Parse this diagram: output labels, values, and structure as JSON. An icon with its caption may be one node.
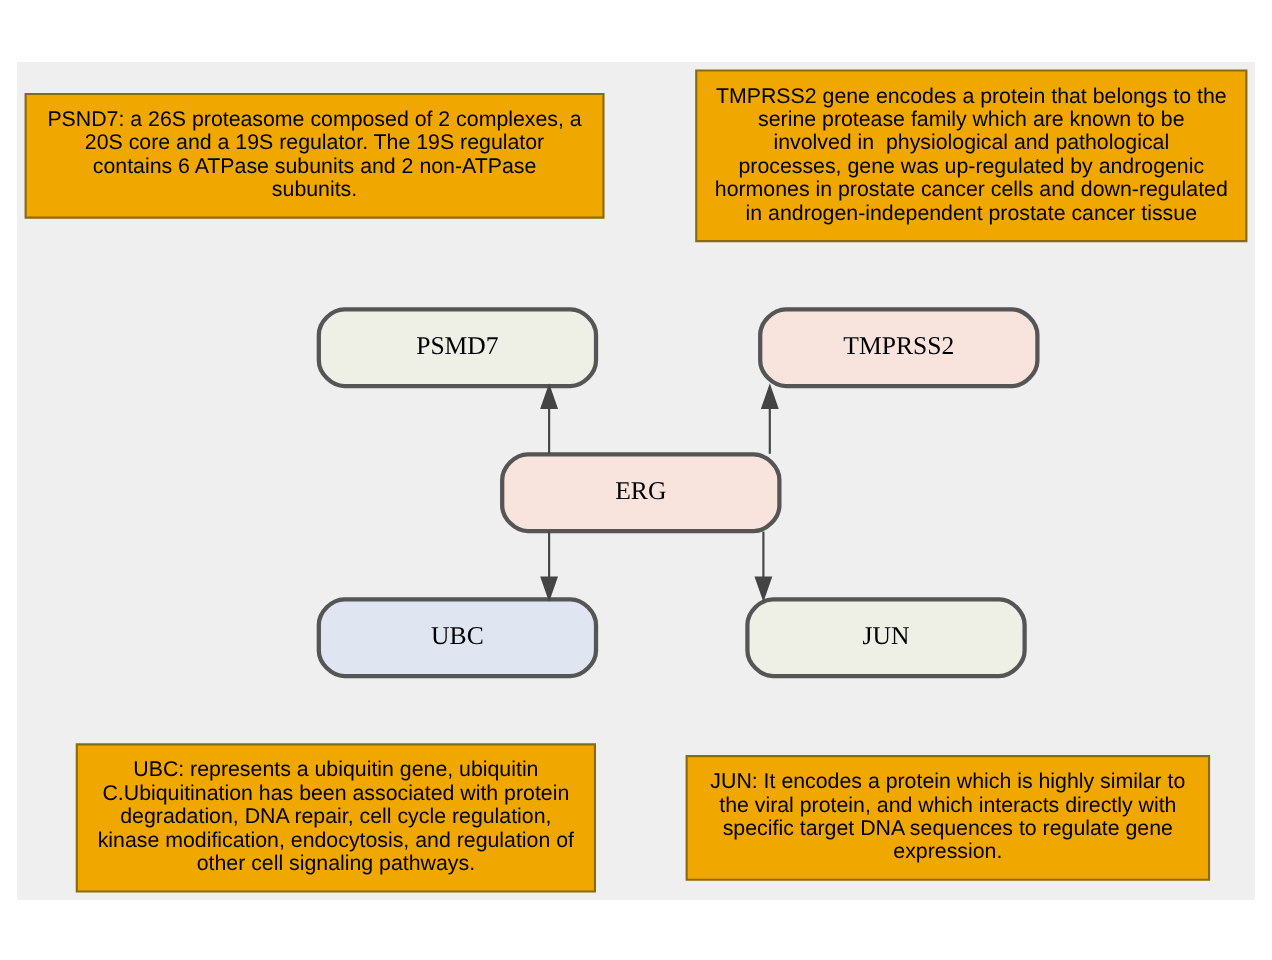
{
  "diagram": {
    "nodes": [
      {
        "text": [
          "PSND7: a 26S proteasome composed of 2 complexes, a 20S core and a 19S regulator. The 19S regulator contains 6 ATPase subunits and 2 non-ATPase subunits."
        ]
      },
      {
        "text": [
          "TMPRSS2 gene encodes a protein that belongs to the serine protease family which are known to be involved in  physiological and pathological processes, gene was up-regulated by androgenic hormones in prostate cancer cells and down-regulated in androgen-independent prostate cancer tissue"
        ]
      },
      {
        "text": [
          "PSMD7"
        ]
      },
      {
        "text": [
          "TMPRSS2"
        ]
      },
      {
        "text": [
          "ERG"
        ]
      },
      {
        "text": [
          "UBC"
        ]
      },
      {
        "text": [
          "JUN"
        ]
      },
      {
        "text": [
          "UBC: represents a ubiquitin gene, ubiquitin C.Ubiquitination has been associated with protein degradation, DNA repair, cell cycle regulation, kinase modification, endocytosis, and regulation of other cell signaling pathways."
        ]
      },
      {
        "text": [
          "JUN: It encodes a protein which is highly similar to the viral protein, and which interacts directly with specific target DNA sequences to regulate gene expression."
        ]
      }
    ],
    "edges": [
      {
        "from": 4,
        "to": 2,
        "arrow": "to"
      },
      {
        "from": 4,
        "to": 3,
        "arrow": "to"
      },
      {
        "from": 4,
        "to": 5,
        "arrow": "to"
      },
      {
        "from": 4,
        "to": 6,
        "arrow": "to"
      }
    ]
  }
}
